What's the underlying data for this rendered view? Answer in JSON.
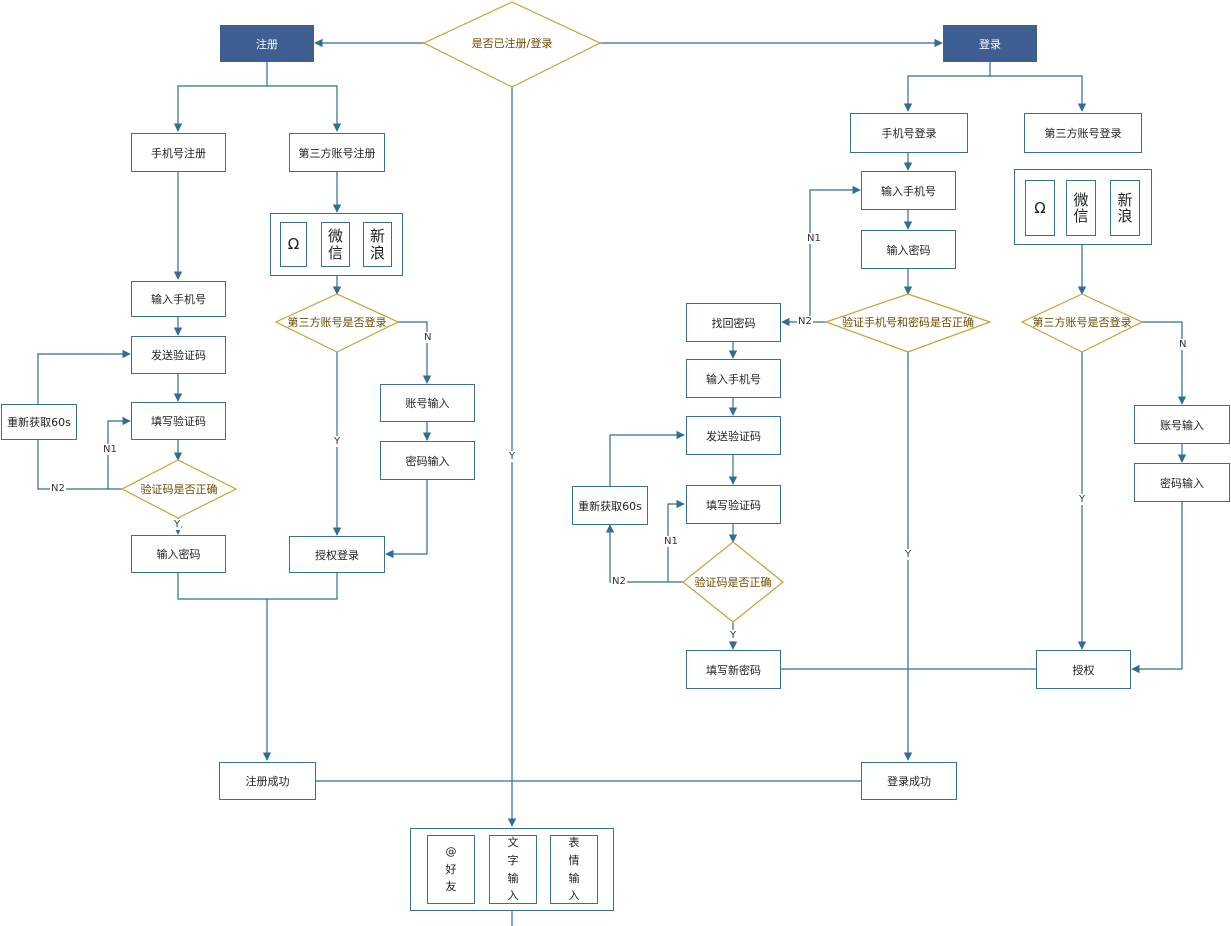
{
  "flows": {
    "registration": "Registration: a user can register with a phone number or a third-party account (QQ, WeChat, Sina). Phone registration verifies the code, then sets a password; third-party registration authorizes login; both end at registration success.",
    "login": "Login: a user logs in with a phone number plus password (with a recover-password branch), or with a third-party account that is authorized. Both routes end at login success, which leads to the chat input panel."
  },
  "start": "是否已注册/登录",
  "reg": {
    "title": "注册",
    "phone": "手机号注册",
    "third": "第三方账号注册",
    "input_phone": "输入手机号",
    "send_code": "发送验证码",
    "fill_code": "填写验证码",
    "resend": "重新获取60s",
    "code_ok": "验证码是否正确",
    "input_pwd": "输入密码",
    "third_logged": "第三方账号是否登录",
    "acct_input": "账号输入",
    "pwd_input": "密码输入",
    "auth_login": "授权登录",
    "success": "注册成功"
  },
  "login": {
    "title": "登录",
    "phone": "手机号登录",
    "third": "第三方账号登录",
    "input_phone": "输入手机号",
    "input_pwd": "输入密码",
    "verify": "验证手机号和密码是否正确",
    "recover": "找回密码",
    "input_phone2": "输入手机号",
    "send_code": "发送验证码",
    "fill_code": "填写验证码",
    "resend": "重新获取60s",
    "code_ok": "验证码是否正确",
    "new_pwd": "填写新密码",
    "third_logged": "第三方账号是否登录",
    "acct_input": "账号输入",
    "pwd_input": "密码输入",
    "auth": "授权",
    "success": "登录成功"
  },
  "icons": {
    "qq": "Ω",
    "wechat": "微信",
    "weibo": "新浪"
  },
  "tools": {
    "at": "@\n好\n友",
    "text": "文\n字\n输\n入",
    "emoji": "表\n情\n输\n入"
  },
  "edge_labels": {
    "y": "Y",
    "n": "N",
    "n1": "N1",
    "n2": "N2"
  }
}
